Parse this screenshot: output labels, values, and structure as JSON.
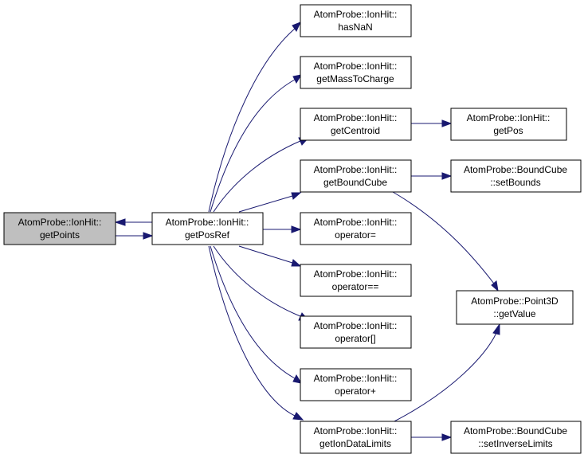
{
  "colors": {
    "edge": "#191970",
    "node_border": "#000000",
    "node_fill": "#ffffff",
    "highlight_fill": "#bfbfbf"
  },
  "nodes": {
    "getPoints": {
      "line1": "AtomProbe::IonHit::",
      "line2": "getPoints"
    },
    "getPosRef": {
      "line1": "AtomProbe::IonHit::",
      "line2": "getPosRef"
    },
    "hasNaN": {
      "line1": "AtomProbe::IonHit::",
      "line2": "hasNaN"
    },
    "getMassToCharge": {
      "line1": "AtomProbe::IonHit::",
      "line2": "getMassToCharge"
    },
    "getCentroid": {
      "line1": "AtomProbe::IonHit::",
      "line2": "getCentroid"
    },
    "getBoundCube": {
      "line1": "AtomProbe::IonHit::",
      "line2": "getBoundCube"
    },
    "opAssign": {
      "line1": "AtomProbe::IonHit::",
      "line2": "operator="
    },
    "opEqual": {
      "line1": "AtomProbe::IonHit::",
      "line2": "operator=="
    },
    "opIndex": {
      "line1": "AtomProbe::IonHit::",
      "line2": "operator[]"
    },
    "opPlus": {
      "line1": "AtomProbe::IonHit::",
      "line2": "operator+"
    },
    "getIonDataLimits": {
      "line1": "AtomProbe::IonHit::",
      "line2": "getIonDataLimits"
    },
    "getPos": {
      "line1": "AtomProbe::IonHit::",
      "line2": "getPos"
    },
    "setBounds": {
      "line1": "AtomProbe::BoundCube",
      "line2": "::setBounds"
    },
    "getValue": {
      "line1": "AtomProbe::Point3D",
      "line2": "::getValue"
    },
    "setInverseLimits": {
      "line1": "AtomProbe::BoundCube",
      "line2": "::setInverseLimits"
    }
  }
}
